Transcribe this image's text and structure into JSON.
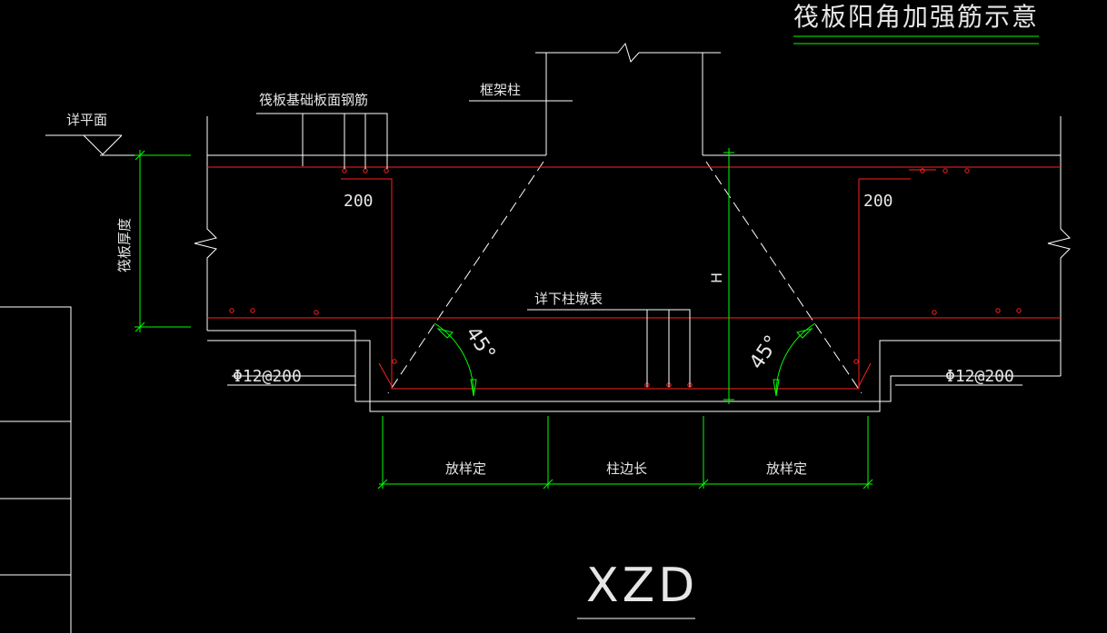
{
  "drawing": {
    "title": "筏板阳角加强筋示意",
    "label_xzd": "XZD",
    "label_detail_plan": "详平面",
    "label_raft_top_bars": "筏板基础板面钢筋",
    "label_frame_column": "框架柱",
    "label_raft_thickness": "筏板厚度",
    "label_pile_cap_table": "详下柱墩表",
    "label_h": "H",
    "label_200_left": "200",
    "label_200_right": "200",
    "label_rebar_left": "Φ12@200",
    "label_rebar_right": "Φ12@200",
    "label_angle_left": "45°",
    "label_angle_right": "45°",
    "dim_left": "放样定",
    "dim_mid": "柱边长",
    "dim_right": "放样定"
  },
  "colors": {
    "background": "#000000",
    "outline": "#ffffff",
    "rebar": "#ff2020",
    "dimension": "#00ff00",
    "text": "#e6e6e6"
  }
}
